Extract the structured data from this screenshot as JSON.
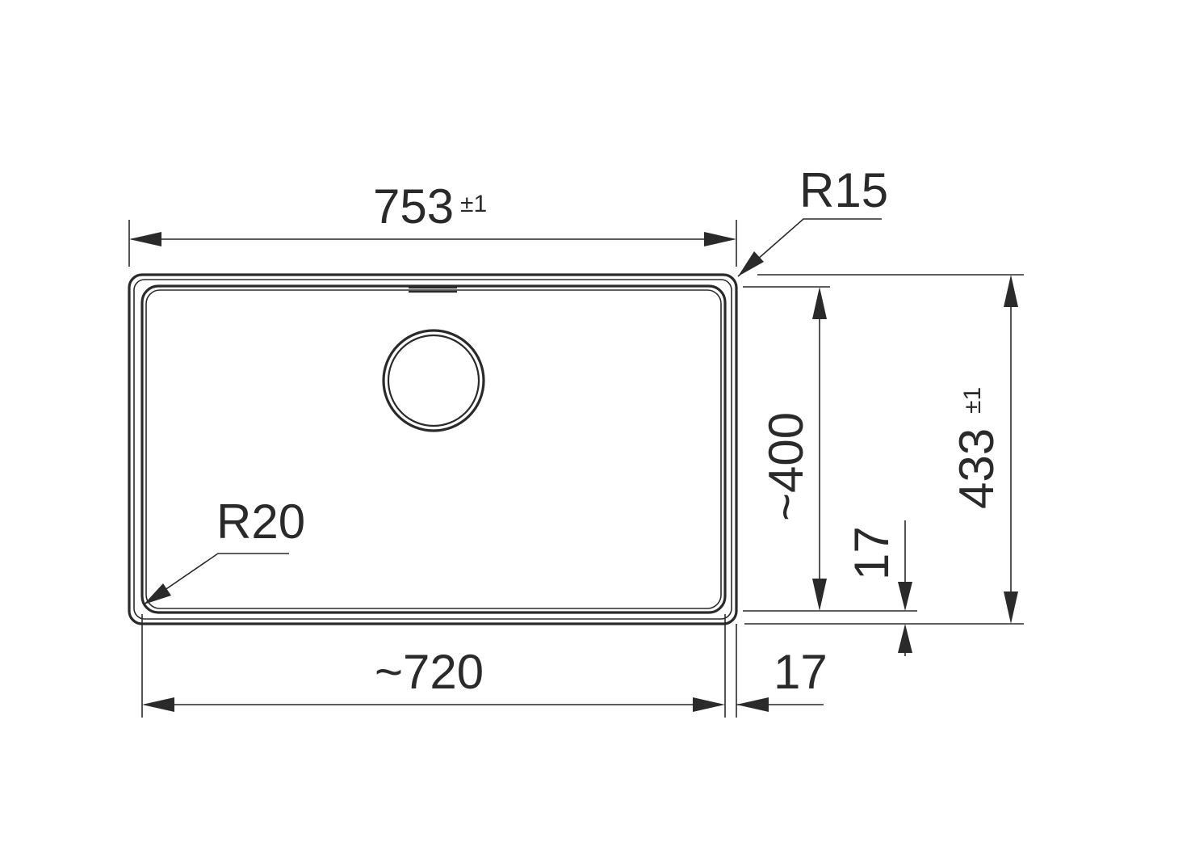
{
  "dimensions": {
    "outer_width": {
      "value": "753",
      "tolerance": "±1"
    },
    "bowl_width": {
      "value": "~720"
    },
    "outer_depth": {
      "value": "433",
      "tolerance": "±1"
    },
    "bowl_depth": {
      "value": "~400"
    },
    "rim_side": {
      "value": "17"
    },
    "rim_front": {
      "value": "17"
    },
    "outer_radius": {
      "value": "R15"
    },
    "bowl_radius": {
      "value": "R20"
    }
  },
  "colors": {
    "line": "#2a2a2a",
    "background": "#ffffff"
  }
}
